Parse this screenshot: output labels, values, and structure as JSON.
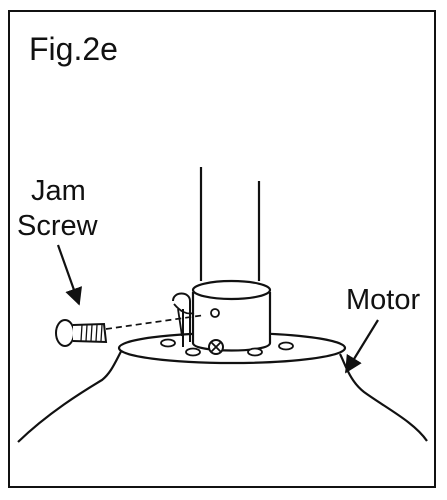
{
  "figure": {
    "title": "Fig.2e",
    "labels": {
      "jam_screw_line1": "Jam",
      "jam_screw_line2": "Screw",
      "motor": "Motor"
    }
  }
}
